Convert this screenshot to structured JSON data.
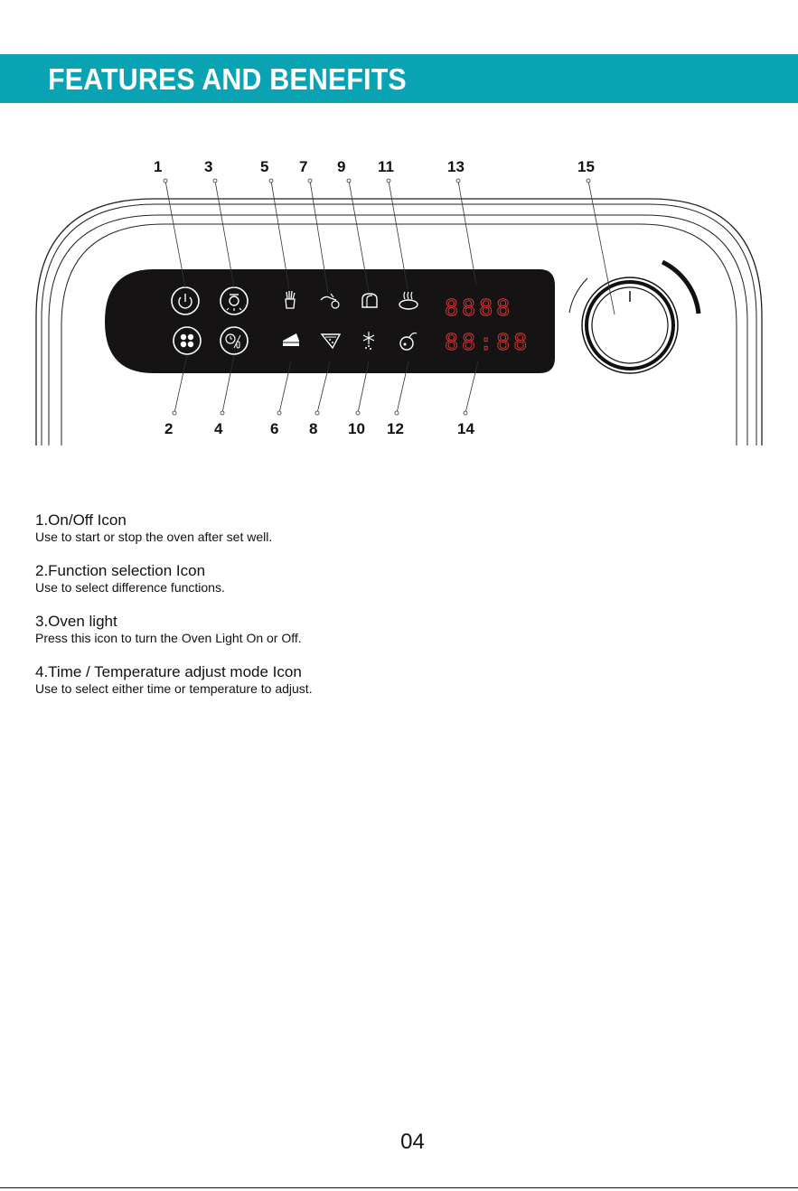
{
  "header": {
    "title": "FEATURES AND BENEFITS"
  },
  "diagram": {
    "callouts_top": [
      "1",
      "3",
      "5",
      "7",
      "9",
      "11",
      "13",
      "15"
    ],
    "callouts_bottom": [
      "2",
      "4",
      "6",
      "8",
      "10",
      "12",
      "14"
    ],
    "display_top": "8888",
    "display_bottom": "88:88",
    "colors": {
      "panel": "#151313",
      "display": "#e53935",
      "banner": "#0aa3b3"
    },
    "icons_top": [
      "power-icon",
      "oven-light-icon",
      "fries-icon",
      "chicken-icon",
      "bread-icon",
      "steak-icon"
    ],
    "icons_bottom": [
      "function-select-icon",
      "time-temp-icon",
      "cake-icon",
      "pizza-icon",
      "defrost-icon",
      "fruit-icon"
    ]
  },
  "features": [
    {
      "title": "1.On/Off Icon",
      "desc": "Use to start or stop the oven after set well."
    },
    {
      "title": "2.Function selection Icon",
      "desc": "Use to select difference functions."
    },
    {
      "title": "3.Oven light",
      "desc": "Press this icon to turn the Oven Light On or Off."
    },
    {
      "title": "4.Time / Temperature adjust mode Icon",
      "desc": "Use to select either time or temperature to adjust."
    }
  ],
  "page_number": "04"
}
